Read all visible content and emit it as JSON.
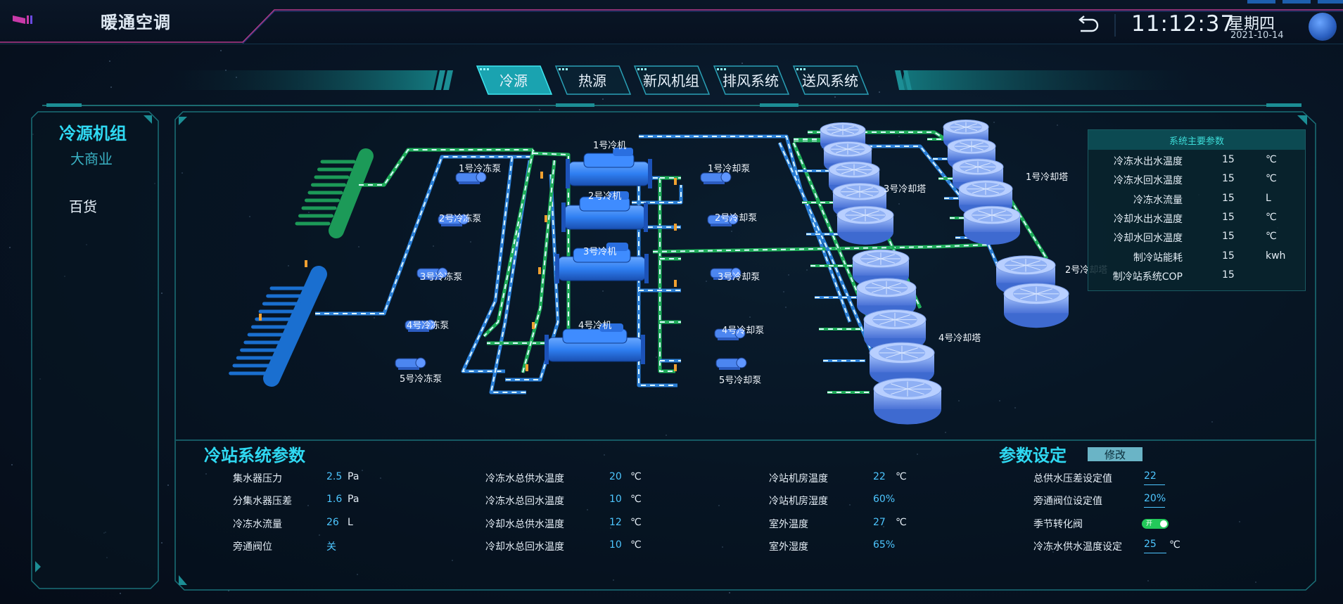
{
  "header": {
    "title": "暖通空调",
    "time": "11:12:37",
    "weekday": "星期四",
    "date": "2021-10-14",
    "back_icon": "back-arrow-icon",
    "avatar_icon": "user-avatar-icon"
  },
  "tabs": [
    {
      "label": "冷源",
      "active": true
    },
    {
      "label": "热源",
      "active": false
    },
    {
      "label": "新风机组",
      "active": false
    },
    {
      "label": "排风系统",
      "active": false
    },
    {
      "label": "送风系统",
      "active": false
    }
  ],
  "left_panel": {
    "title": "冷源机组",
    "subtitle": "大商业",
    "items": [
      "百货"
    ]
  },
  "diagram": {
    "chillers": [
      "1号冷机",
      "2号冷机",
      "3号冷机",
      "4号冷机"
    ],
    "chilled_pumps": [
      "1号冷冻泵",
      "2号冷冻泵",
      "3号冷冻泵",
      "4号冷冻泵",
      "5号冷冻泵"
    ],
    "cooling_pumps": [
      "1号冷却泵",
      "2号冷却泵",
      "3号冷却泵",
      "4号冷却泵",
      "5号冷却泵"
    ],
    "cooling_towers": [
      "1号冷却塔",
      "2号冷却塔",
      "3号冷却塔",
      "4号冷却塔"
    ]
  },
  "main_params": {
    "title": "系统主要参数",
    "rows": [
      {
        "label": "冷冻水出水温度",
        "value": "15",
        "unit": "℃"
      },
      {
        "label": "冷冻水回水温度",
        "value": "15",
        "unit": "℃"
      },
      {
        "label": "冷冻水流量",
        "value": "15",
        "unit": "L"
      },
      {
        "label": "冷却水出水温度",
        "value": "15",
        "unit": "℃"
      },
      {
        "label": "冷却水回水温度",
        "value": "15",
        "unit": "℃"
      },
      {
        "label": "制冷站能耗",
        "value": "15",
        "unit": "kwh"
      },
      {
        "label": "制冷站系统COP",
        "value": "15",
        "unit": ""
      }
    ]
  },
  "station_params": {
    "title": "冷站系统参数",
    "col1": [
      {
        "label": "集水器压力",
        "value": "2.5",
        "unit": "Pa"
      },
      {
        "label": "分集水器压差",
        "value": "1.6",
        "unit": "Pa"
      },
      {
        "label": "冷冻水流量",
        "value": "26",
        "unit": "L"
      },
      {
        "label": "旁通阀位",
        "value": "关",
        "unit": ""
      }
    ],
    "col2": [
      {
        "label": "冷冻水总供水温度",
        "value": "20",
        "unit": "℃"
      },
      {
        "label": "冷冻水总回水温度",
        "value": "10",
        "unit": "℃"
      },
      {
        "label": "冷却水总供水温度",
        "value": "12",
        "unit": "℃"
      },
      {
        "label": "冷却水总回水温度",
        "value": "10",
        "unit": "℃"
      }
    ],
    "col3": [
      {
        "label": "冷站机房温度",
        "value": "22",
        "unit": "℃"
      },
      {
        "label": "冷站机房湿度",
        "value": "60%",
        "unit": ""
      },
      {
        "label": "室外温度",
        "value": "27",
        "unit": "℃"
      },
      {
        "label": "室外湿度",
        "value": "65%",
        "unit": ""
      }
    ]
  },
  "settings": {
    "title": "参数设定",
    "edit_label": "修改",
    "rows": [
      {
        "label": "总供水压差设定值",
        "value": "22",
        "unit": ""
      },
      {
        "label": "旁通阀位设定值",
        "value": "20%",
        "unit": ""
      },
      {
        "label": "季节转化阀",
        "value": "开",
        "unit": ""
      },
      {
        "label": "冷冻水供水温度设定",
        "value": "25",
        "unit": "℃"
      }
    ]
  },
  "colors": {
    "accent": "#2fd9f2",
    "value_blue": "#4dc6ff",
    "pipe_green": "#1fae5a",
    "pipe_blue": "#2b7fd6",
    "toggle_on": "#23c95a"
  }
}
